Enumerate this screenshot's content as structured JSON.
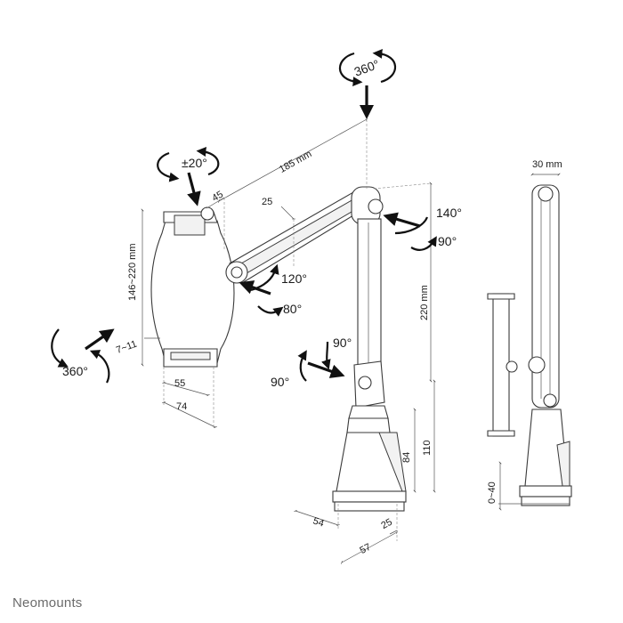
{
  "brand": "Neomounts",
  "rotations": {
    "top": "360°",
    "clamp_tilt": "±20°",
    "side_left": "360°",
    "elbow_up": "140°",
    "elbow_down": "90°",
    "arm_up": "120°",
    "arm_down": "80°",
    "base_up": "90°",
    "base_left": "90°"
  },
  "dimensions": {
    "arm_length": "185 mm",
    "top_small": "45",
    "arm_width": "25",
    "clamp_range": "146~220 mm",
    "holder_thickness": "7~11",
    "clamp_55": "55",
    "clamp_74": "74",
    "pole_height": "220 mm",
    "base_84": "84",
    "base_110": "110",
    "base_54": "54",
    "base_57": "57",
    "base_25": "25",
    "side_width": "30 mm",
    "desk_clamp": "0~40"
  }
}
